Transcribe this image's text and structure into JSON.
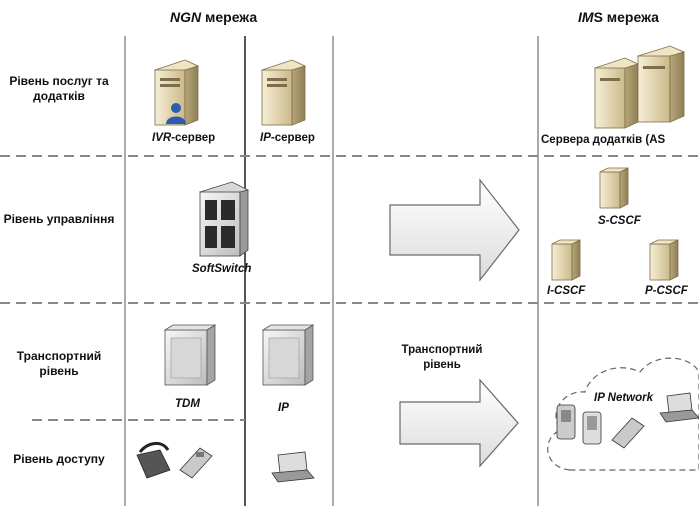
{
  "titles": {
    "ngn_italic": "NGN",
    "ngn_rest": " мережа",
    "ims_italic": "IM",
    "ims_rest": "S мережа"
  },
  "levels": {
    "services": "Рівень послуг та додатків",
    "control": "Рівень управління",
    "transport": "Транспортний рівень",
    "access": "Рівень доступу"
  },
  "ngn": {
    "ivr_italic": "IVR",
    "ivr_rest": "-сервер",
    "ip_italic": "IP",
    "ip_rest": "-сервер",
    "softswitch": "SoftSwitch",
    "tdm": "TDM",
    "ip": "IP"
  },
  "middle": {
    "transport_label": "Транспортний рівень"
  },
  "ims": {
    "as_label": "Сервера додатків (AS",
    "scscf": "S-CSCF",
    "icscf": "I-CSCF",
    "pcscf": "P-CSCF",
    "ip_network": "IP Network"
  },
  "colors": {
    "line": "#444444",
    "dash": "#888888",
    "server_body": "#e8dcb8",
    "server_shade": "#b8a67a",
    "box_light": "#e6e6e6",
    "box_dark": "#8a8a8a",
    "arrow_fill": "#f4f4f4",
    "arrow_stroke": "#6a6a6a"
  },
  "icons": [
    "server-icon",
    "ivr-user-icon",
    "softswitch-rack-icon",
    "switch-box-icon",
    "phone-icon",
    "mobile-phone-icon",
    "laptop-icon",
    "cloud-icon",
    "pda-icon",
    "right-arrow-icon"
  ]
}
